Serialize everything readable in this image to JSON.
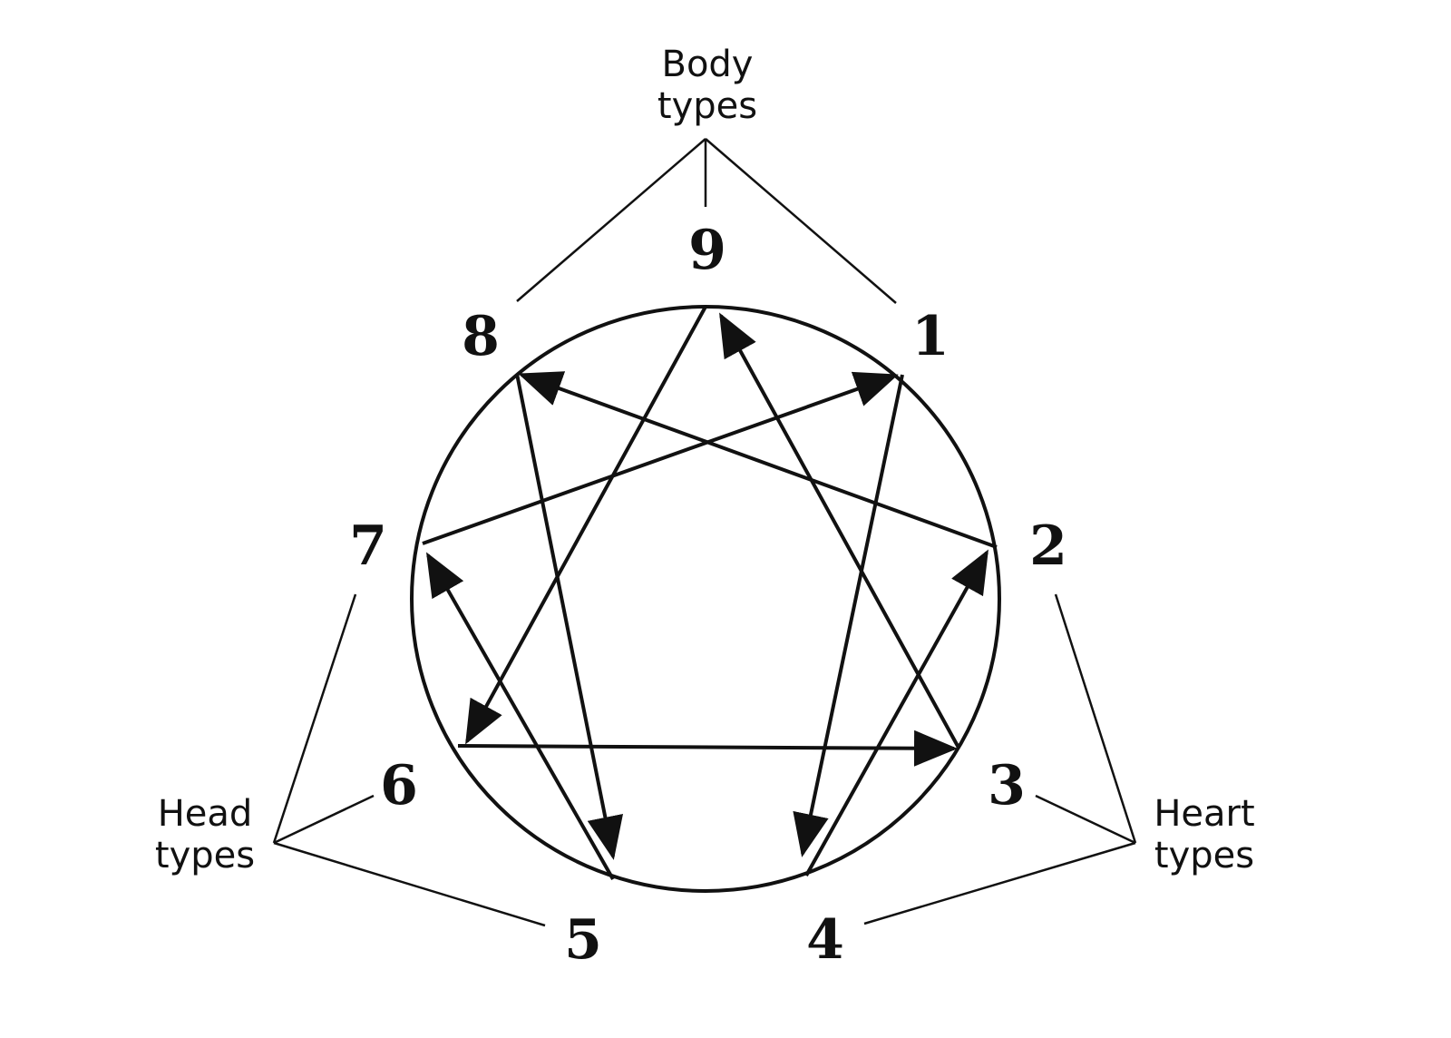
{
  "numbers": {
    "n1": "1",
    "n2": "2",
    "n3": "3",
    "n4": "4",
    "n5": "5",
    "n6": "6",
    "n7": "7",
    "n8": "8",
    "n9": "9"
  },
  "groups": {
    "body": {
      "line1": "Body",
      "line2": "types"
    },
    "heart": {
      "line1": "Heart",
      "line2": "types"
    },
    "head": {
      "line1": "Head",
      "line2": "types"
    }
  },
  "colors": {
    "ink": "#111111",
    "background": "#ffffff"
  }
}
